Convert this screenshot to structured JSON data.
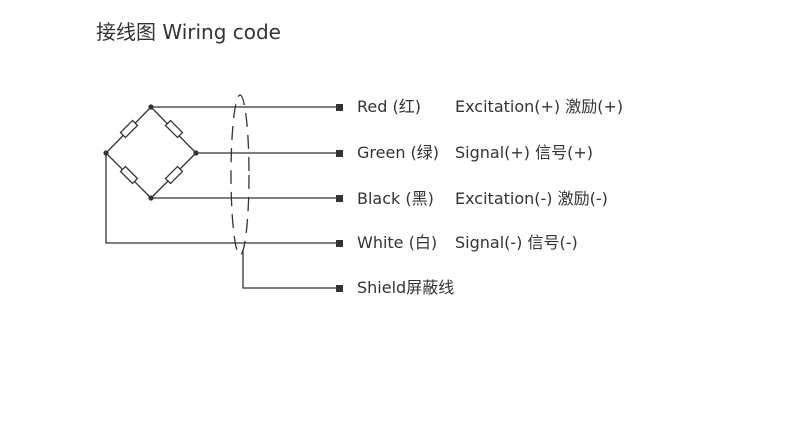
{
  "title": "接线图 Wiring code",
  "colors": {
    "line": "#333333",
    "text": "#333333"
  },
  "wires": [
    {
      "color_label": "Red (红)",
      "function_label": "Excitation(+) 激励(+)"
    },
    {
      "color_label": "Green (绿)",
      "function_label": "Signal(+) 信号(+)"
    },
    {
      "color_label": "Black (黑)",
      "function_label": "Excitation(-) 激励(-)"
    },
    {
      "color_label": "White (白)",
      "function_label": "Signal(-) 信号(-)"
    },
    {
      "color_label": "Shield屏蔽线",
      "function_label": ""
    }
  ]
}
